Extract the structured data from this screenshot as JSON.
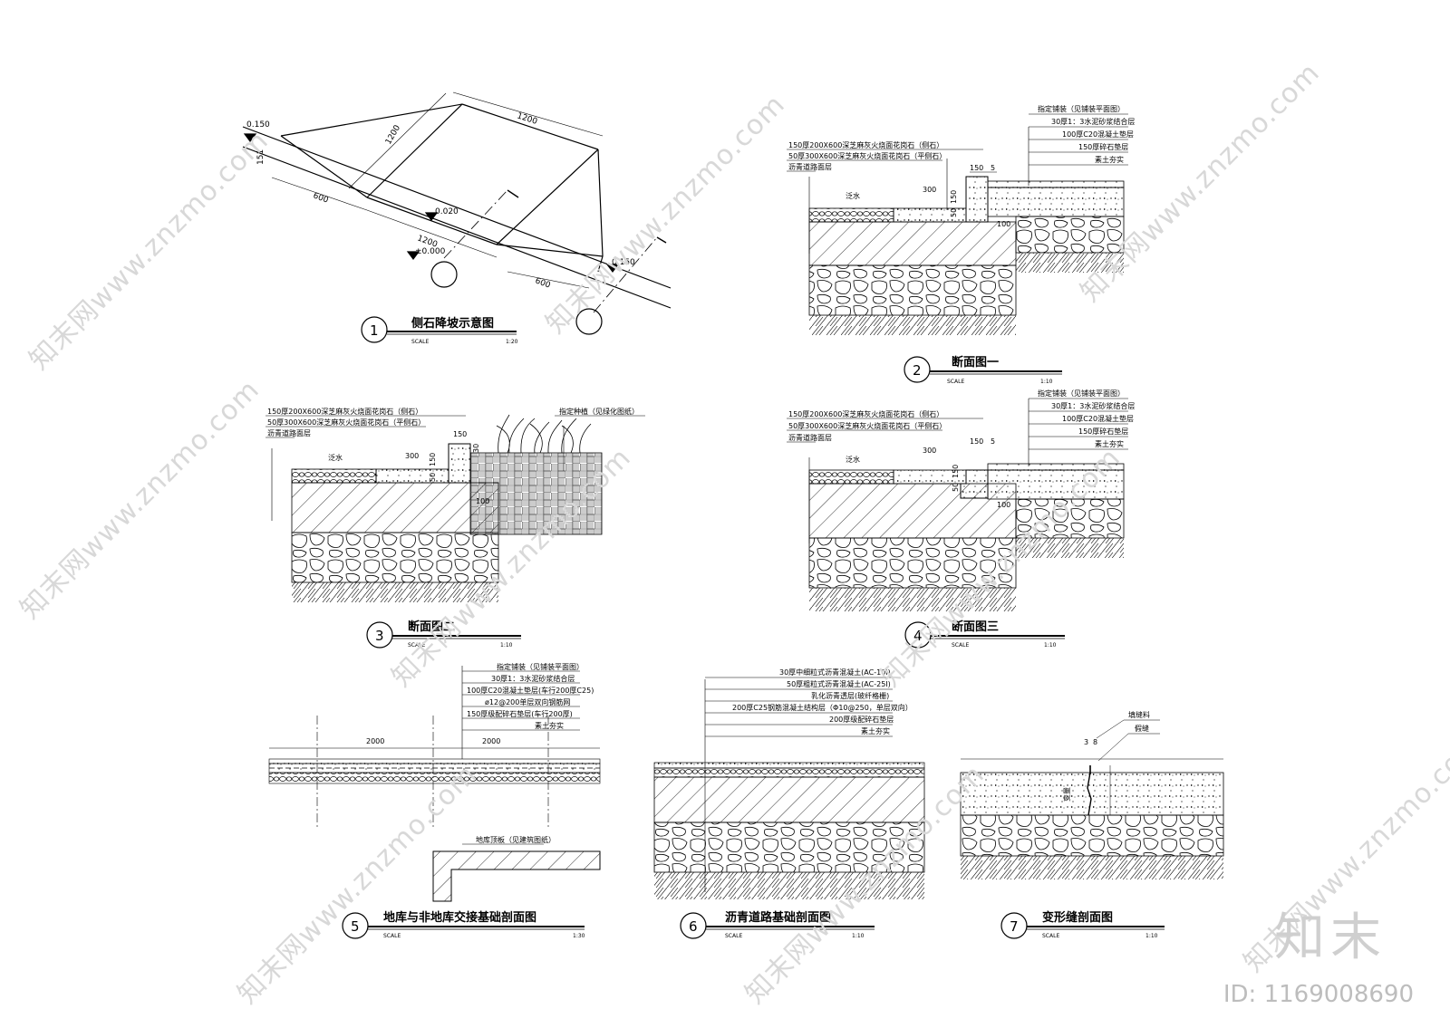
{
  "drawing": {
    "d1": {
      "num": "1",
      "title": "侧石降坡示意图",
      "scale_label": "SCALE",
      "scale": "1:20",
      "dims": [
        "1200",
        "1200",
        "1200",
        "600",
        "600",
        "151"
      ],
      "levels": [
        "0.150",
        "0.020",
        "±0.000",
        "0.150"
      ]
    },
    "d2": {
      "num": "2",
      "title": "断面图一",
      "scale_label": "SCALE",
      "scale": "1:10",
      "left_notes": [
        "150厚200X600深芝麻灰火烧面花岗石（侧石）",
        "50厚300X600深芝麻灰火烧面花岗石（平侧石）",
        "沥青道路面层"
      ],
      "right_notes": [
        "指定铺装（见铺装平面图）",
        "30厚1：3水泥砂浆结合层",
        "100厚C20混凝土垫层",
        "150厚碎石垫层",
        "素土夯实"
      ],
      "labels": [
        "泛水",
        "300",
        "150",
        "150",
        "5",
        "100",
        "50"
      ]
    },
    "d3": {
      "num": "3",
      "title": "断面图二",
      "scale_label": "SCALE",
      "scale": "1:10",
      "left_notes": [
        "150厚200X600深芝麻灰火烧面花岗石（侧石）",
        "50厚300X600深芝麻灰火烧面花岗石（平侧石）",
        "沥青道路面层"
      ],
      "right_note": "指定种植（见绿化图纸）",
      "labels": [
        "泛水",
        "300",
        "150",
        "150",
        "30",
        "100",
        "50"
      ]
    },
    "d4": {
      "num": "4",
      "title": "断面图三",
      "scale_label": "SCALE",
      "scale": "1:10",
      "left_notes": [
        "150厚200X600深芝麻灰火烧面花岗石（侧石）",
        "50厚300X600深芝麻灰火烧面花岗石（平侧石）",
        "沥青道路面层"
      ],
      "right_notes": [
        "指定铺装（见铺装平面图）",
        "30厚1：3水泥砂浆结合层",
        "100厚C20混凝土垫层",
        "150厚碎石垫层",
        "素土夯实"
      ],
      "labels": [
        "泛水",
        "300",
        "150",
        "150",
        "5",
        "100",
        "50"
      ]
    },
    "d5": {
      "num": "5",
      "title": "地库与非地库交接基础剖面图",
      "scale_label": "SCALE",
      "scale": "1:30",
      "notes": [
        "指定铺装（见铺装平面图）",
        "30厚1：3水泥砂浆结合层",
        "100厚C20混凝土垫层(车行200厚C25)",
        "ø12@200单层双向钢筋网",
        "150厚级配碎石垫层(车行200厚)",
        "素土夯实"
      ],
      "dims": [
        "2000",
        "2000"
      ],
      "roof_note": "地库顶板（见建筑图纸）"
    },
    "d6": {
      "num": "6",
      "title": "沥青道路基础剖面图",
      "scale_label": "SCALE",
      "scale": "1:10",
      "notes": [
        "30厚中细粒式沥青混凝土(AC-10Ⅰ)",
        "50厚粗粒式沥青混凝土(AC-25Ⅰ)",
        "乳化沥青透层(玻纤格栅)",
        "200厚C25钢筋混凝土结构层（Φ10@250，单层双向）",
        "200厚级配碎石垫层",
        "素土夯实"
      ]
    },
    "d7": {
      "num": "7",
      "title": "变形缝剖面图",
      "scale_label": "SCALE",
      "scale": "1:10",
      "notes": [
        "填缝料",
        "假缝"
      ],
      "dims": [
        "3",
        "8"
      ],
      "side_label": "变量"
    }
  },
  "watermark": {
    "text": "知末网www.znzmo.com",
    "brand": "知末",
    "id": "ID: 1169008690"
  }
}
